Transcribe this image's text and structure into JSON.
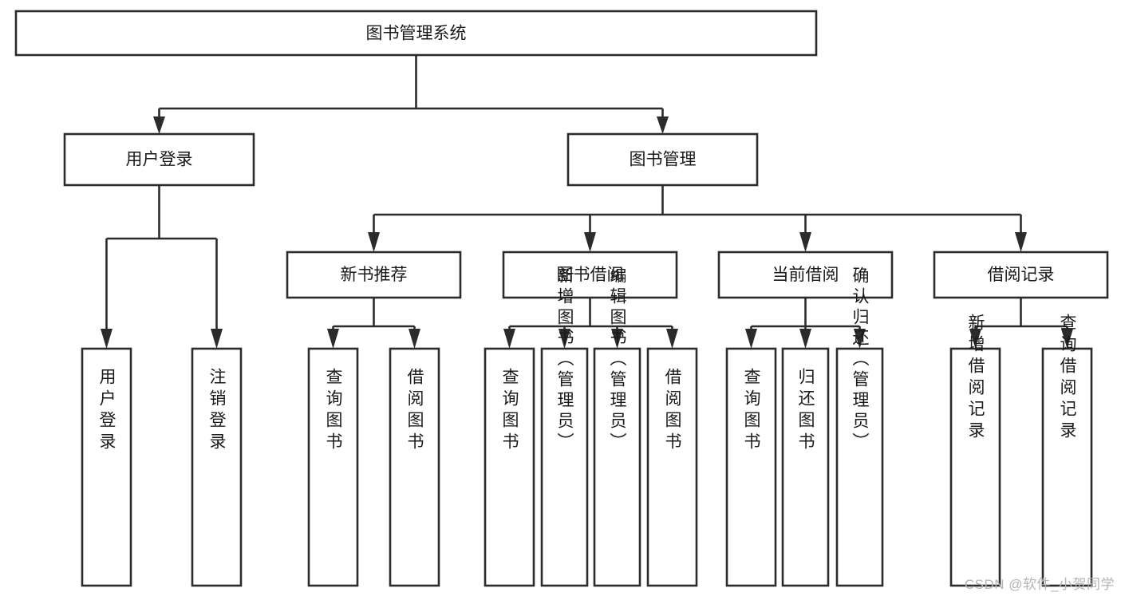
{
  "diagram": {
    "type": "hierarchy-tree",
    "title": "图书管理系统",
    "watermark": "CSDN @软件_小贺同学",
    "colors": {
      "stroke": "#2b2b2b",
      "fill": "#ffffff",
      "text": "#1a1a1a",
      "watermark": "#b4b4b4",
      "background": "#ffffff"
    },
    "nodes": {
      "root": {
        "label": "图书管理系统",
        "orientation": "horizontal"
      },
      "level2": [
        {
          "id": "user-login",
          "label": "用户登录",
          "orientation": "horizontal"
        },
        {
          "id": "book-manage",
          "label": "图书管理",
          "orientation": "horizontal"
        }
      ],
      "level3": [
        {
          "id": "new-book-recommend",
          "label": "新书推荐",
          "orientation": "horizontal"
        },
        {
          "id": "book-borrow",
          "label": "图书借阅",
          "orientation": "horizontal"
        },
        {
          "id": "current-borrow",
          "label": "当前借阅",
          "orientation": "horizontal"
        },
        {
          "id": "borrow-record",
          "label": "借阅记录",
          "orientation": "horizontal"
        }
      ],
      "leaves": [
        {
          "id": "leaf-user-login",
          "label": "用户登录",
          "parent": "user-login",
          "orientation": "vertical"
        },
        {
          "id": "leaf-user-logout",
          "label": "注销登录",
          "parent": "user-login",
          "orientation": "vertical"
        },
        {
          "id": "leaf-query-book-1",
          "label": "查询图书",
          "parent": "new-book-recommend",
          "orientation": "vertical"
        },
        {
          "id": "leaf-borrow-book-1",
          "label": "借阅图书",
          "parent": "new-book-recommend",
          "orientation": "vertical"
        },
        {
          "id": "leaf-query-book-2",
          "label": "查询图书",
          "parent": "book-borrow",
          "orientation": "vertical"
        },
        {
          "id": "leaf-add-book",
          "label": "新增图书（管理员）",
          "parent": "book-borrow",
          "orientation": "vertical"
        },
        {
          "id": "leaf-edit-book",
          "label": "编辑图书（管理员）",
          "parent": "book-borrow",
          "orientation": "vertical"
        },
        {
          "id": "leaf-borrow-book-2",
          "label": "借阅图书",
          "parent": "book-borrow",
          "orientation": "vertical"
        },
        {
          "id": "leaf-query-book-3",
          "label": "查询图书",
          "parent": "current-borrow",
          "orientation": "vertical"
        },
        {
          "id": "leaf-return-book",
          "label": "归还图书",
          "parent": "current-borrow",
          "orientation": "vertical"
        },
        {
          "id": "leaf-confirm-return",
          "label": "确认归还（管理员）",
          "parent": "current-borrow",
          "orientation": "vertical"
        },
        {
          "id": "leaf-add-record",
          "label": "新增借阅记录",
          "parent": "borrow-record",
          "orientation": "vertical"
        },
        {
          "id": "leaf-query-record",
          "label": "查询借阅记录",
          "parent": "borrow-record",
          "orientation": "vertical"
        }
      ]
    }
  }
}
